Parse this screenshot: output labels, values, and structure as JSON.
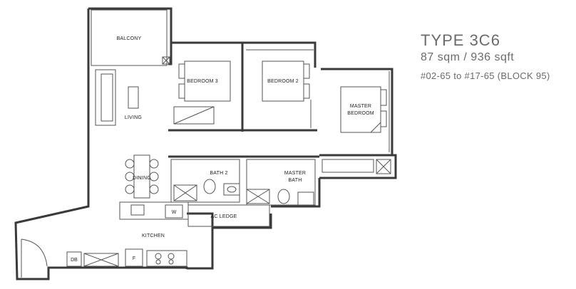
{
  "unit_info": {
    "type": "TYPE 3C6",
    "area": "87 sqm / 936 sqft",
    "units": "#02-65 to #17-65 (BLOCK 95)"
  },
  "rooms": {
    "balcony": "BALCONY",
    "living": "LIVING",
    "bedroom3": "BEDROOM 3",
    "bedroom2": "BEDROOM 2",
    "master_bedroom_line1": "MASTER",
    "master_bedroom_line2": "BEDROOM",
    "dining": "DINING",
    "bath2": "BATH 2",
    "master_bath_line1": "MASTER",
    "master_bath_line2": "BATH",
    "ac_ledge": "AC LEDGE",
    "kitchen": "KITCHEN"
  },
  "fixtures": {
    "washer": "W",
    "db": "DB",
    "fridge": "F"
  }
}
